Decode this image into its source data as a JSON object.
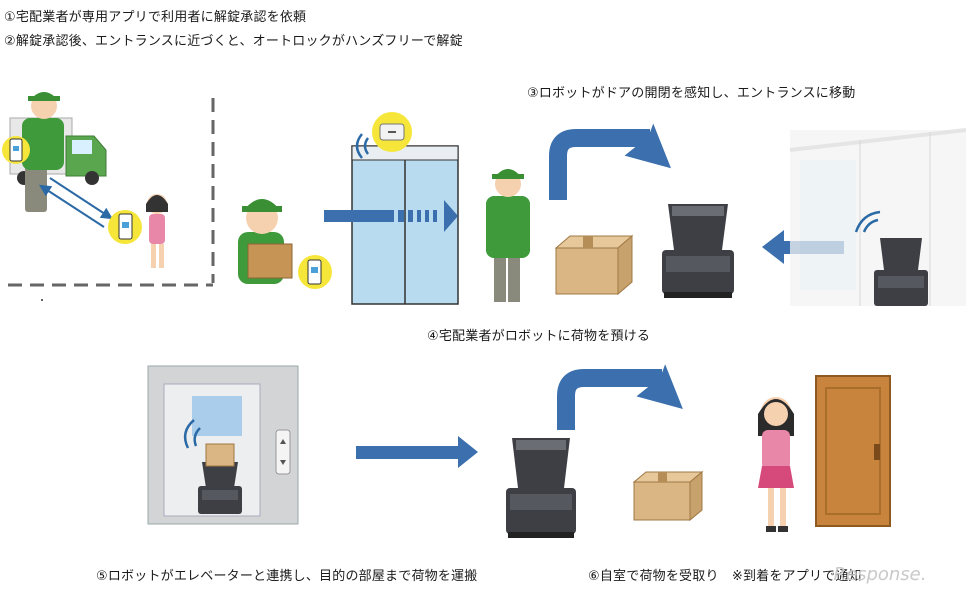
{
  "steps": {
    "s1": "①宅配業者が専用アプリで利用者に解錠承認を依頼",
    "s2": "②解錠承認後、エントランスに近づくと、オートロックがハンズフリーで解錠",
    "s3": "③ロボットがドアの開閉を感知し、エントランスに移動",
    "s4": "④宅配業者がロボットに荷物を預ける",
    "s5": "⑤ロボットがエレベーターと連携し、目的の部屋まで荷物を運搬",
    "s6": "⑥自室で荷物を受取り　※到着をアプリで通知"
  },
  "watermark": "Response.",
  "colors": {
    "arrow": "#3b6fae",
    "uniform": "#3f9a3c",
    "cap": "#3a8f34",
    "phone_glow": "#f6e63a",
    "box": "#d9b683",
    "robot": "#3d3f45",
    "door": "#c8843c",
    "elevator_glass": "#a9cdea"
  },
  "icons": [
    "courier-icon",
    "truck-icon",
    "smartphone-icon",
    "woman-icon",
    "auto-door-icon",
    "cardboard-box-icon",
    "delivery-robot-icon",
    "elevator-icon",
    "room-door-icon",
    "wireless-signal-icon"
  ]
}
